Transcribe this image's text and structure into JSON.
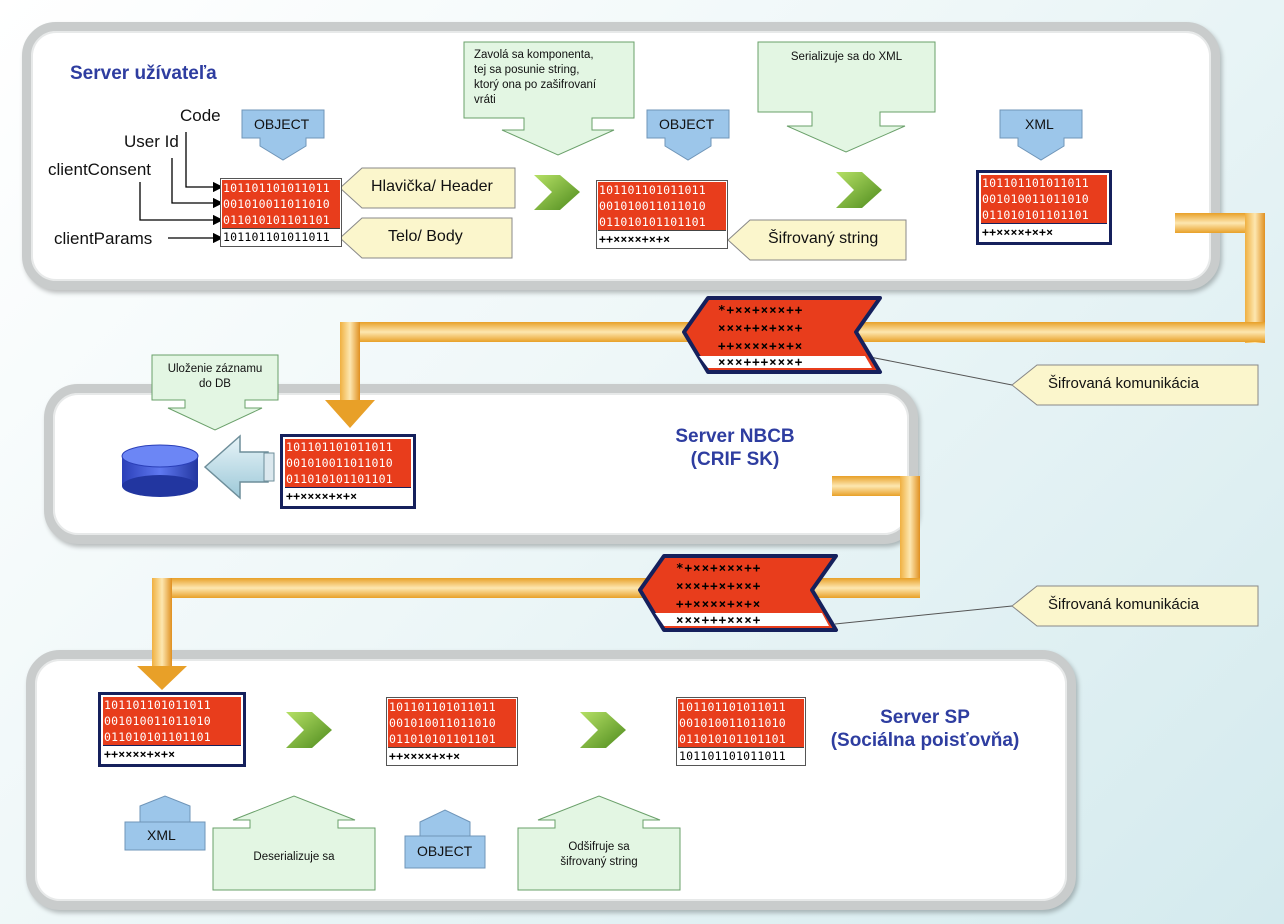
{
  "servers": {
    "user": "Server užívateľa",
    "nbcb": [
      "Server NBCB",
      "(CRIF SK)"
    ],
    "sp": [
      "Server SP",
      "(Sociálna poisťovňa)"
    ]
  },
  "fields": {
    "code": "Code",
    "user_id": "User Id",
    "client_consent": "clientConsent",
    "client_params": "clientParams"
  },
  "labels": {
    "header": "Hlavička/ Header",
    "body": "Telo/ Body",
    "encrypted_string": "Šifrovaný string",
    "encrypted_comm_1": "Šifrovaná komunikácia",
    "encrypted_comm_2": "Šifrovaná komunikácia"
  },
  "tags": {
    "object_1": "OBJECT",
    "object_2": "OBJECT",
    "xml_1": "XML",
    "xml_2": "XML",
    "object_3": "OBJECT"
  },
  "notes": {
    "component": [
      "Zavolá sa komponenta,",
      "tej sa posunie string,",
      "ktorý ona po zašifrovaní",
      "vráti"
    ],
    "serialize": "Serializuje sa do XML",
    "save_db": [
      "Uloženie záznamu",
      "do DB"
    ],
    "deserialize": "Deserializuje sa",
    "decrypt": [
      "Odšifruje sa",
      "šifrovaný string"
    ]
  },
  "data_rows": {
    "bin1": "101101101011011",
    "bin2": "001010011011010",
    "bin3": "011010101101101",
    "bin4": "101101101011011",
    "cipher": "++××××+×+×"
  },
  "packet_rows": [
    "*+××+×××++",
    "×××++×+××+",
    "++××××+×+×",
    "×××+++×××+"
  ],
  "colors": {
    "red": "#e83d1c",
    "navy": "#15205c",
    "title_blue": "#2e3da0",
    "tag_blue": "#9cc6ea",
    "note_green": "#e3f6e3",
    "label_yellow": "#fbf6cc",
    "arrow_green": "#8cc43c",
    "pipe_orange": "#e8a028"
  }
}
